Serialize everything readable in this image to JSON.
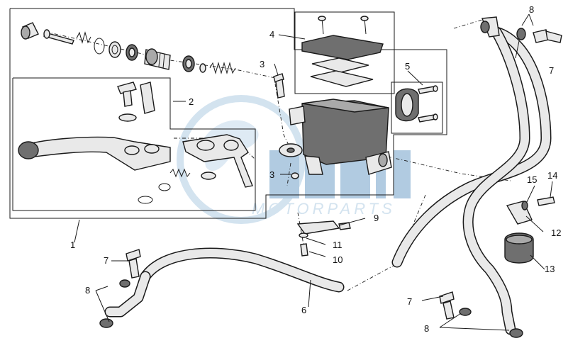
{
  "watermark": {
    "text": "MOTORPARTS",
    "colors": {
      "light": "#cfe0ee",
      "mid": "#a9c6de"
    }
  },
  "callouts": [
    {
      "id": "1",
      "text": "1"
    },
    {
      "id": "2",
      "text": "2"
    },
    {
      "id": "3a",
      "text": "3"
    },
    {
      "id": "3b",
      "text": "3"
    },
    {
      "id": "4",
      "text": "4"
    },
    {
      "id": "5",
      "text": "5"
    },
    {
      "id": "6",
      "text": "6"
    },
    {
      "id": "7a",
      "text": "7"
    },
    {
      "id": "7b",
      "text": "7"
    },
    {
      "id": "7c",
      "text": "7"
    },
    {
      "id": "8a",
      "text": "8"
    },
    {
      "id": "8b",
      "text": "8"
    },
    {
      "id": "8c",
      "text": "8"
    },
    {
      "id": "9",
      "text": "9"
    },
    {
      "id": "10",
      "text": "10"
    },
    {
      "id": "11",
      "text": "11"
    },
    {
      "id": "12",
      "text": "12"
    },
    {
      "id": "13",
      "text": "13"
    },
    {
      "id": "14",
      "text": "14"
    },
    {
      "id": "15",
      "text": "15"
    }
  ]
}
